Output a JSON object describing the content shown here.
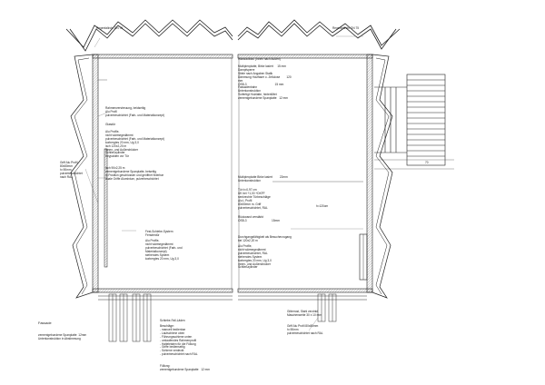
{
  "labels": {
    "downpipe_left": "Regenfallrohr DN 75",
    "downpipe_right": "Regenfallrohr DN 75",
    "wall_build": "Wandaufbau (Innen nach Außen)",
    "wall_layers": "Multiplexplatte, Birke lasiert     15 mm\nDampfsperre\nStiele nach Angaben Statik\nDämmung Holzfaser o. Zellulose        120\nmm\nOSB-3                                   15 mm\nFassadenbahn\nUnterkonstruktion\nVorfertigt Holzlatte, hinterlüftet\nzementgebundene Spanplatte   12 mm",
    "frame_reinf": "Rahmenverstreuung, beidseitig\nAlu Profil\npulverbeschichtet (Farb- und Materialkonzept)",
    "glass": "Glasdür",
    "glass_spec": "Alu Profile,\nnicht wärmegedämmt\npulverbeschichtet (Farb- und Materialkonzept)\nkorbergtes 20 mm, Ug 3,0\nlsch 120x2,20 m\nInnen- und Außendrücker\nSchließzylinder\nKeypalden vor Tür",
    "lsch_spec": "lsch 90x2,25 m\nzementgebundene Spanplatte, beiseitig\nin Position geschlossen und geöffnet fixierbar\nduale Griffe Aluminium, pulverbeschichtet",
    "handle_left": "Griff Alu Profil\n80x80mm\nh=90mm\npulverbeschichtet\nnach RAL",
    "birch_panel": "Multiplexplatte Birke lasiert         22mm\nUnterkonstruktion",
    "door_spec": "Tür b=0,97 cm\nUK bei +1,00 +DKFF\nsenkrechte Türbeschläge\nAlu L Profil\n80x50mm m. Griff\npulverbeschichtet, RAL",
    "h_120": "h=120cm",
    "back_wall": "Rückwand verstärkt\nOSB-3                               15mm",
    "ceiling_note": "Durchgangsfähigkeit als Besucherzugang\nbei 120x2,20 m",
    "alu_window": "Alu Profile,\nnicht wärmegedämmt\npulverbeschichtet, RAL\nstehendes System\nkorbergtes 20 mm, Ug 3,0\nInnen- und Außendrücker\nSchließzylinder",
    "fixed_window": "Fest-Schiebe-System\nFensterdür",
    "fixed_spec": "Alu Profile,\nnicht wärmegedämmt\npulverbeschichtet (Farb- und\nMaterialkonzept)\nstehendes System\nkorbergtes 20 mm, Ug 3,0",
    "shutter": "Schiebe-Fall-Läden",
    "shutter_spec": "Beschläge:\n- manuell bedienbar\n- Laufschiene oben\n- Führungsschiene unten\n- umlaufendes Rahmenprofil\n- Halteleisten für die Füllung\n- Griffe bedienseitig\n- Schiene verdeckt\n- pulverbeschichtet nach RAL",
    "filling": "Füllung:\nzementgebundene Spanplatte   12 mm",
    "grate": "Gitterrost, Stahl verzinkt\nMaschenweite 30 x 10 mm",
    "handle_right": "Griff Alu Profil 80x80mm\nh=90mm\npulverbeschichtet nach RAL",
    "facade": "Fassade",
    "facade_spec": "zementgebundene Spanplatte  12mm\nUnterkonstruktion in Abstimmung",
    "dim_70": "70"
  }
}
